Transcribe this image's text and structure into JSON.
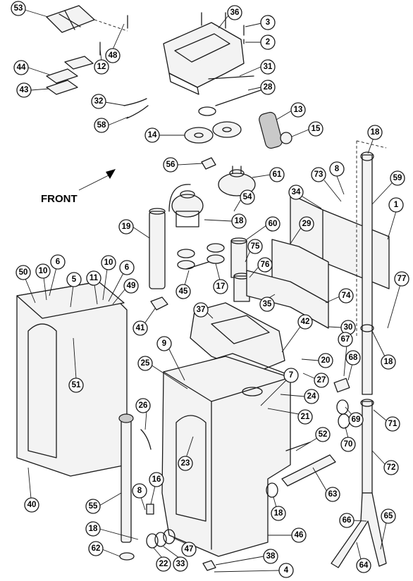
{
  "front_label": "FRONT",
  "callouts": {
    "c53": "53",
    "c36": "36",
    "c3": "3",
    "c2": "2",
    "c48": "48",
    "c12": "12",
    "c44": "44",
    "c43": "43",
    "c31": "31",
    "c28": "28",
    "c32": "32",
    "c58": "58",
    "c13": "13",
    "c14": "14",
    "c15": "15",
    "c18a": "18",
    "c56": "56",
    "c61": "61",
    "c73": "73",
    "c8a": "8",
    "c59": "59",
    "c34": "34",
    "c54": "54",
    "c1": "1",
    "c19": "19",
    "c18b": "18",
    "c60": "60",
    "c29": "29",
    "c75": "75",
    "c76": "76",
    "c45": "45",
    "c17": "17",
    "c77": "77",
    "c35": "35",
    "c74": "74",
    "c50": "50",
    "c10a": "10",
    "c6a": "6",
    "c5": "5",
    "c11": "11",
    "c10b": "10",
    "c6b": "6",
    "c49": "49",
    "c41": "41",
    "c37": "37",
    "c42": "42",
    "c30": "30",
    "c18c": "18",
    "c9": "9",
    "c20": "20",
    "c67": "67",
    "c25": "25",
    "c27": "27",
    "c68": "68",
    "c51": "51",
    "c7": "7",
    "c24": "24",
    "c69": "69",
    "c71": "71",
    "c21": "21",
    "c26": "26",
    "c70": "70",
    "c52": "52",
    "c72": "72",
    "c23": "23",
    "c16": "16",
    "c63": "63",
    "c40": "40",
    "c8b": "8",
    "c55": "55",
    "c18d": "18",
    "c65": "65",
    "c66": "66",
    "c18e": "18",
    "c46": "46",
    "c62": "62",
    "c47": "47",
    "c22": "22",
    "c33": "33",
    "c38": "38",
    "c4": "4",
    "c64": "64"
  }
}
